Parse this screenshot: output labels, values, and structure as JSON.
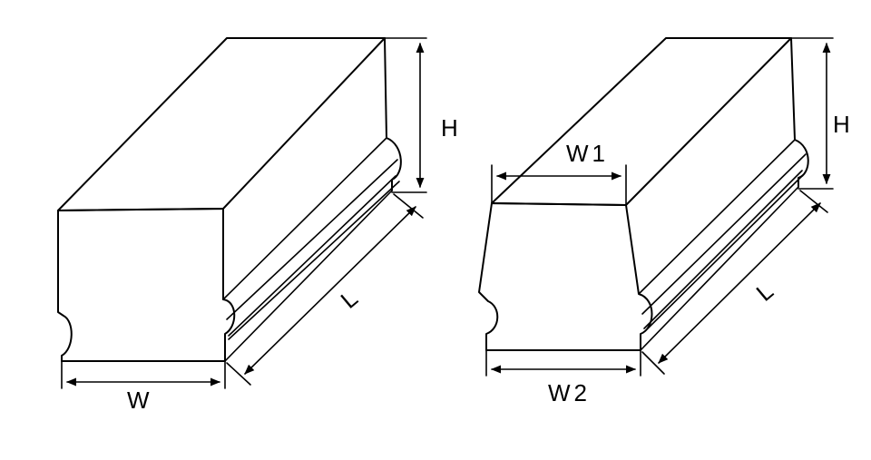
{
  "left_block": {
    "label_height": "H",
    "label_length": "L",
    "label_width": "W"
  },
  "right_block": {
    "label_height": "H",
    "label_length": "L",
    "label_top_width": "W1",
    "label_bottom_width": "W2"
  },
  "colors": {
    "line": "#000000",
    "background": "#ffffff"
  }
}
